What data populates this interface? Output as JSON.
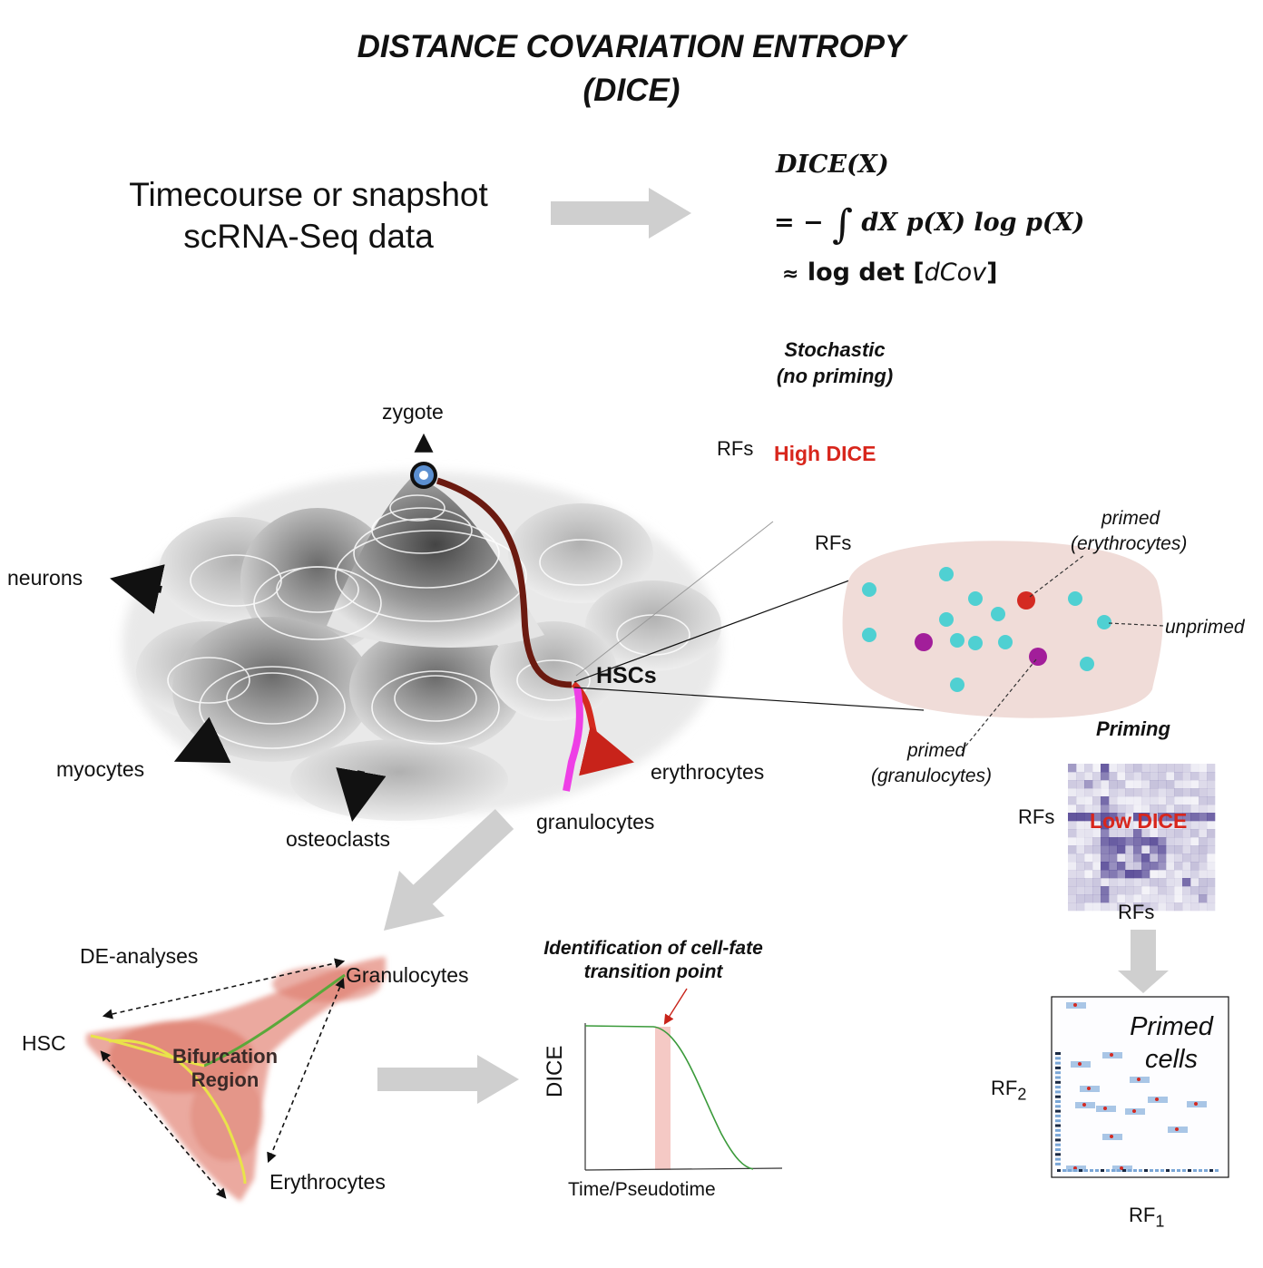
{
  "title": {
    "line1": "DISTANCE COVARIATION ENTROPY",
    "line2": "(DICE)"
  },
  "input_text": {
    "line1": "Timecourse or snapshot",
    "line2": "scRNA-Seq data"
  },
  "formula": {
    "line1": "DICE(X)",
    "line2_prefix": "= −",
    "line2_integral": "∫",
    "line2_body": "dX p(X) log p(X)",
    "line3_approx": "≈",
    "line3_body": "log det [",
    "line3_term": "dCov",
    "line3_close": "]"
  },
  "landscape": {
    "zygote": "zygote",
    "neurons": "neurons",
    "myocytes": "myocytes",
    "osteoclasts": "osteoclasts",
    "hscs": "HSCs",
    "erythrocytes": "erythrocytes",
    "granulocytes": "granulocytes"
  },
  "stochastic": {
    "title_line1": "Stochastic",
    "title_line2": "(no priming)",
    "axis_y": "RFs",
    "axis_x": "RFs",
    "badge": "High DICE"
  },
  "cell_population": {
    "primed_ery_line1": "primed",
    "primed_ery_line2": "(erythrocytes)",
    "unprimed": "unprimed",
    "primed_gran_line1": "primed",
    "primed_gran_line2": "(granulocytes)",
    "colors": {
      "unprimed": "#4fd0d2",
      "erythrocyte": "#d42a22",
      "granulocyte": "#a21e9a",
      "blob": "#f0dcd8"
    }
  },
  "priming": {
    "title": "Priming",
    "axis_y": "RFs",
    "axis_x": "RFs",
    "badge": "Low DICE"
  },
  "primed_plot": {
    "title_line1": "Primed",
    "title_line2": "cells",
    "axis_y": "RF",
    "axis_y_sub": "2",
    "axis_x": "RF",
    "axis_x_sub": "1"
  },
  "trajectory": {
    "de_label": "DE-analyses",
    "hsc": "HSC",
    "granulocytes": "Granulocytes",
    "erythrocytes": "Erythrocytes",
    "bifurcation_line1": "Bifurcation",
    "bifurcation_line2": "Region"
  },
  "dice_plot": {
    "title_line1": "Identification of cell-fate",
    "title_line2": "transition point",
    "ylabel": "DICE",
    "xlabel": "Time/Pseudotime"
  }
}
